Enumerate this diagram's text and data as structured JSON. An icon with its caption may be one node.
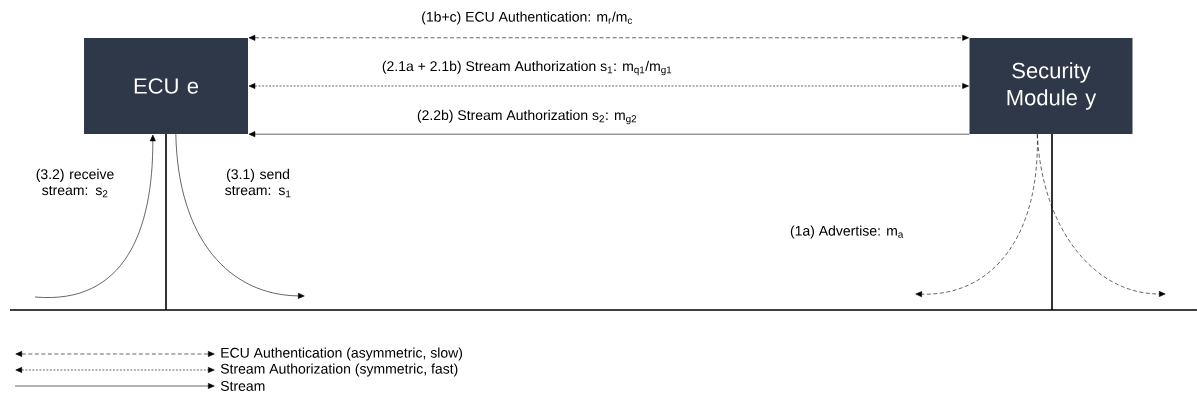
{
  "diagram": {
    "nodes": [
      {
        "text": [
          "ECU e"
        ]
      },
      {
        "text": [
          "Security Module y"
        ]
      }
    ],
    "edges": [
      {
        "from": 0,
        "to": 1,
        "arrow": "both",
        "style": "dashed",
        "label": "(1b+c) ECU Authentication: m$_{r}$/m$_{c}$"
      },
      {
        "from": 0,
        "to": 1,
        "arrow": "both",
        "style": "dashed",
        "label": "(2.1a + 2.1b) Stream Authorization s$_{1}$: m$_{q1}$/m$_{g1}$"
      },
      {
        "from": 1,
        "to": 0,
        "arrow": "to",
        "label": "(2.2b) Stream Authorization s$_{2}$: m$_{g2}$"
      },
      {
        "from": null,
        "to": 0,
        "arrow": "to",
        "label": "(3.2) receive stream: s$_{2}$"
      },
      {
        "from": 0,
        "to": null,
        "arrow": "to",
        "label": "(3.1) send stream: s$_{1}$"
      },
      {
        "from": 1,
        "to": null,
        "arrow": "to",
        "style": "dashed",
        "label": "(1a) Advertise: m$_{a}$"
      },
      {
        "from": 1,
        "to": null,
        "arrow": "to",
        "style": "dashed"
      }
    ],
    "legend": [
      {
        "text": "ECU Authentication (asymmetric, slow)"
      },
      {
        "text": "Stream Authorization (symmetric, fast)"
      },
      {
        "text": "Stream"
      }
    ]
  }
}
